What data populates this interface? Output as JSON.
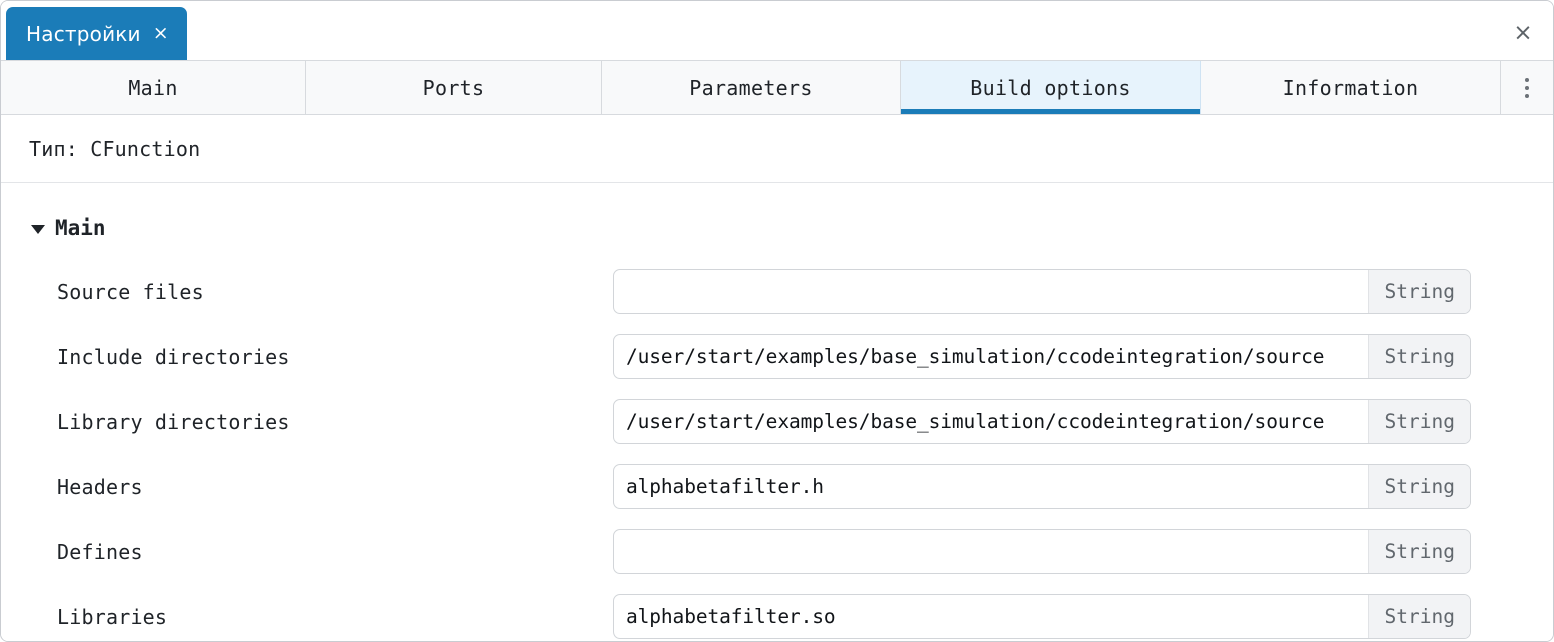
{
  "window": {
    "tab_label": "Настройки",
    "tab_close_icon": "×",
    "window_close_icon": "×"
  },
  "tabs": {
    "items": [
      {
        "label": "Main",
        "active": false
      },
      {
        "label": "Ports",
        "active": false
      },
      {
        "label": "Parameters",
        "active": false
      },
      {
        "label": "Build options",
        "active": true
      },
      {
        "label": "Information",
        "active": false
      }
    ],
    "overflow_icon": "vertical-ellipsis"
  },
  "content": {
    "type_line": "Тип: CFunction",
    "section": {
      "title": "Main",
      "expanded": true,
      "rows": [
        {
          "label": "Source files",
          "value": "",
          "type": "String"
        },
        {
          "label": "Include directories",
          "value": "/user/start/examples/base_simulation/ccodeintegration/source",
          "type": "String"
        },
        {
          "label": "Library directories",
          "value": "/user/start/examples/base_simulation/ccodeintegration/source",
          "type": "String"
        },
        {
          "label": "Headers",
          "value": "alphabetafilter.h",
          "type": "String"
        },
        {
          "label": "Defines",
          "value": "",
          "type": "String"
        },
        {
          "label": "Libraries",
          "value": "alphabetafilter.so",
          "type": "String"
        }
      ]
    }
  },
  "colors": {
    "accent": "#1b7cb8",
    "active_tab_bg": "#e7f3fc",
    "tabbar_bg": "#f8f9fa",
    "badge_bg": "#f2f3f5",
    "border": "#d7dade"
  }
}
